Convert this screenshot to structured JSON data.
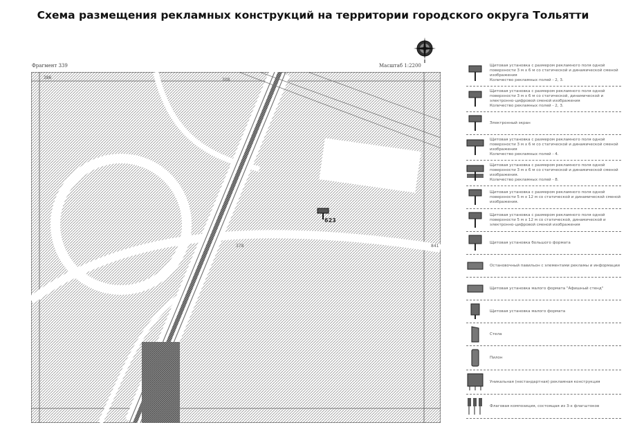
{
  "title": "Схема размещения рекламных конструкций на территории городского округа Тольятти",
  "fragment": "Фрагмент 339",
  "scale": "Масштаб 1:2200",
  "map": {
    "labels": [
      "386",
      "308",
      "378",
      "841"
    ],
    "marker": {
      "label": "623",
      "icon": "billboard-icon"
    }
  },
  "legend": [
    {
      "icon": "billboard-3x6-static-dynamic-icon",
      "text": "Щитовая установка с размером рекламного поля одной поверхности 3 м х 6 м со статической и динамической сменой изображения\nКоличество рекламных полей - 2, 3."
    },
    {
      "icon": "billboard-3x6-digital-icon",
      "text": "Щитовая установка с размером рекламного поля одной поверхности 3 м х 6 м со статической, динамической и электронно-цифровой сменой изображения\nКоличество рекламных полей - 2, 3."
    },
    {
      "icon": "electronic-screen-icon",
      "text": "Электронный экран"
    },
    {
      "icon": "billboard-3x6-4fields-icon",
      "text": "Щитовая установка с размером рекламного поля одной поверхности 3 м х 6 м со статической и динамической сменой изображения\nКоличество рекламных полей - 4."
    },
    {
      "icon": "billboard-3x6-8fields-icon",
      "text": "Щитовая установка с размером рекламного поля одной поверхности 3 м х 6 м со статической и динамической сменой изображения.\nКоличество рекламных полей - 8."
    },
    {
      "icon": "billboard-5x12-icon",
      "text": "Щитовая установка с размером рекламного поля одной поверхности 5 м х 12 м со статической и динамической сменой изображения."
    },
    {
      "icon": "billboard-5x12-digital-icon",
      "text": "Щитовая установка с размером рекламного поля одной поверхности 5 м х 12 м со статической, динамической и электронно-цифровой сменой изображения"
    },
    {
      "icon": "large-format-billboard-icon",
      "text": "Щитовая установка большого формата"
    },
    {
      "icon": "bus-stop-pavilion-icon",
      "text": "Остановочный павильон с элементами рекламы и информации"
    },
    {
      "icon": "poster-stand-icon",
      "text": "Щитовая установка малого формата \"Афишный стенд\""
    },
    {
      "icon": "small-billboard-icon",
      "text": "Щитовая установка малого формата"
    },
    {
      "icon": "stele-icon",
      "text": "Стела"
    },
    {
      "icon": "pylon-icon",
      "text": "Пилон"
    },
    {
      "icon": "unique-structure-icon",
      "text": "Уникальная (нестандартная) рекламная конструкция"
    },
    {
      "icon": "flag-composition-icon",
      "text": "Флаговая композиция, состоящая из 3-х флагштоков"
    }
  ]
}
